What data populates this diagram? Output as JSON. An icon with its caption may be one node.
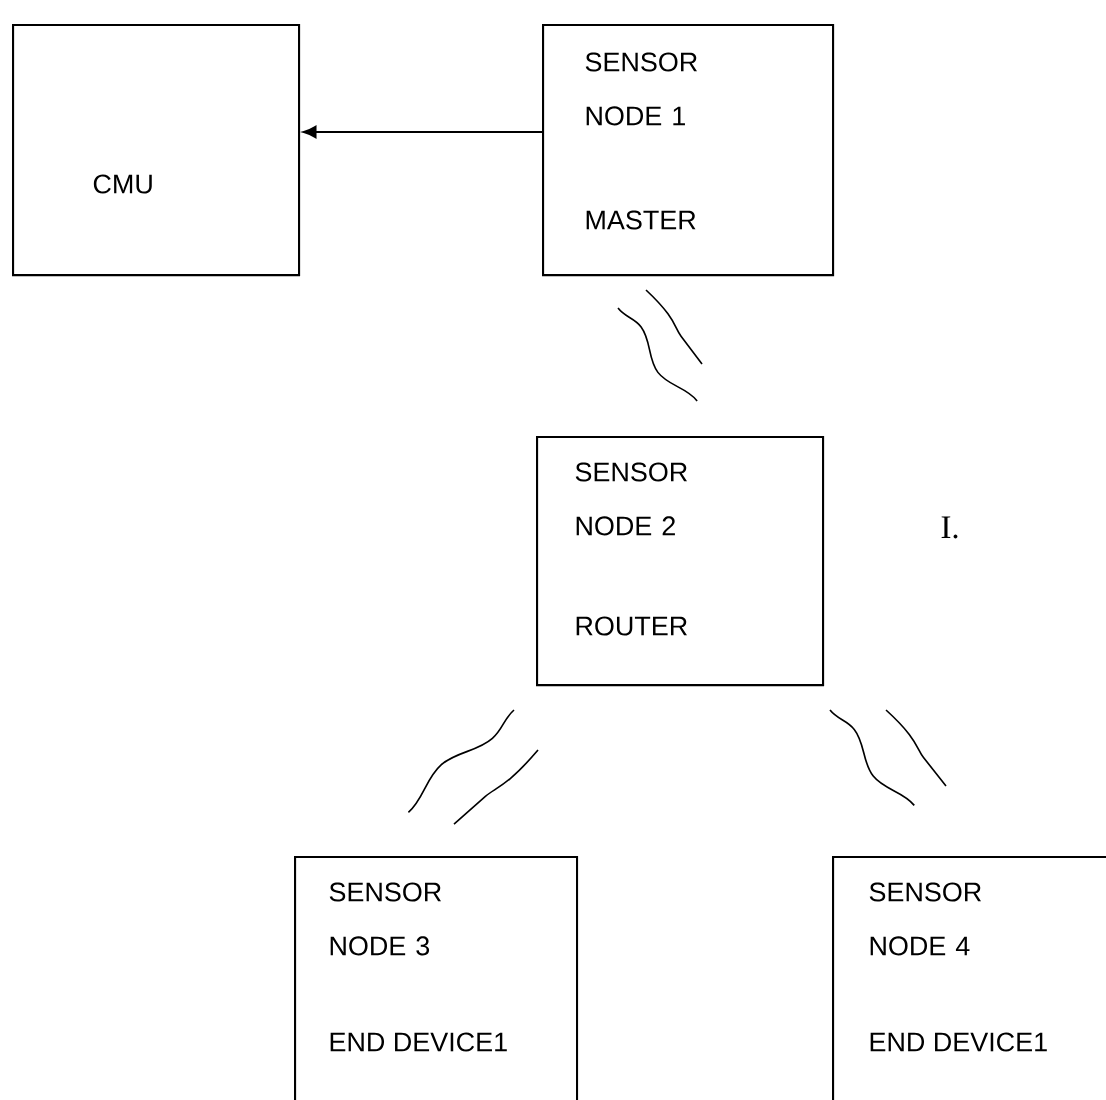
{
  "diagram": {
    "nodes": [
      {
        "text": [
          "CMU"
        ]
      },
      {
        "text": [
          "SENSOR NODE 1",
          "MASTER"
        ]
      },
      {
        "text": [
          "SENSOR NODE 2",
          "ROUTER"
        ]
      },
      {
        "text": [
          "SENSOR NODE 3",
          "END DEVICE1"
        ]
      },
      {
        "text": [
          "SENSOR NODE 4",
          "END DEVICE1"
        ]
      }
    ],
    "edges": [
      {
        "from": 1,
        "to": 0,
        "arrow": "to"
      }
    ],
    "labels": [
      "I."
    ]
  }
}
